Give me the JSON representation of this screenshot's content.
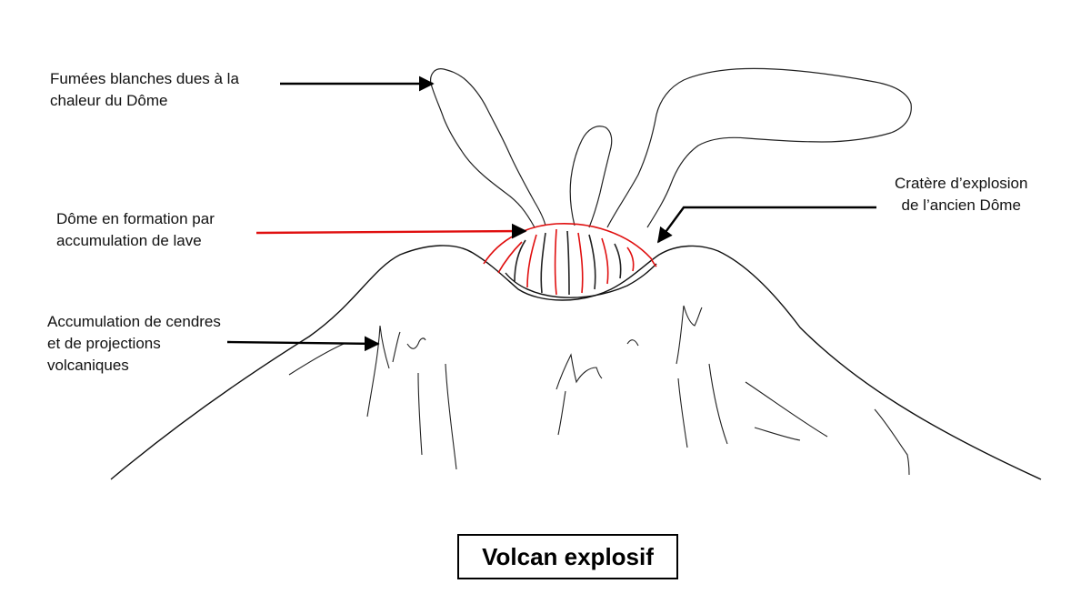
{
  "labels": {
    "fumees": {
      "line1": "Fumées blanches dues à la",
      "line2": "chaleur du Dôme"
    },
    "dome_formation": {
      "line1": "Dôme en formation par",
      "line2": "accumulation de lave"
    },
    "accumulation": {
      "line1": "Accumulation de cendres",
      "line2": "et de projections",
      "line3": "volcaniques"
    },
    "cratere": {
      "line1": "Cratère d’explosion",
      "line2": "de l’ancien Dôme"
    }
  },
  "title": "Volcan explosif",
  "colors": {
    "outline": "#000000",
    "lava_dome": "#e01010",
    "background": "#ffffff"
  }
}
